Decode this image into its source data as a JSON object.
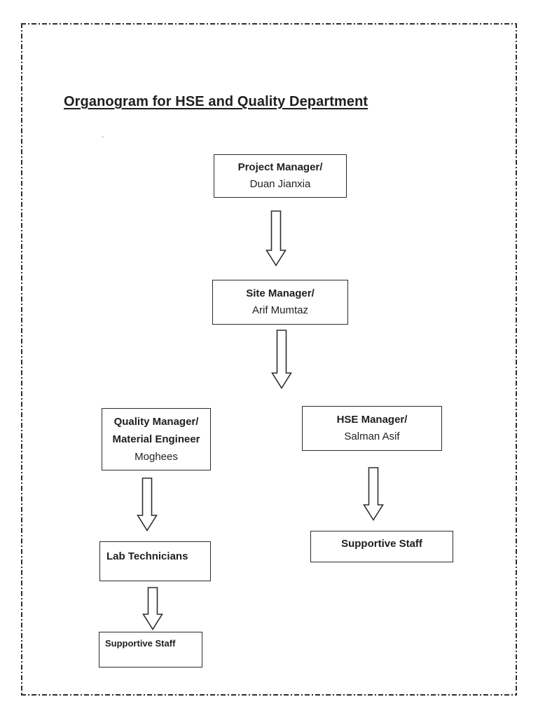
{
  "document": {
    "title": "Organogram for HSE and Quality Department",
    "stray_mark": "."
  },
  "org_chart": {
    "nodes": {
      "project_manager": {
        "role": "Project Manager/",
        "person": "Duan Jianxia"
      },
      "site_manager": {
        "role": "Site Manager/",
        "person": "Arif Mumtaz"
      },
      "quality_manager": {
        "role": "Quality Manager/",
        "role2": "Material Engineer",
        "person": "Moghees"
      },
      "hse_manager": {
        "role": "HSE Manager/",
        "person": "Salman Asif"
      },
      "lab_technicians": {
        "role": "Lab Technicians"
      },
      "supportive_staff_quality": {
        "role": "Supportive Staff"
      },
      "supportive_staff_hse": {
        "role": "Supportive Staff"
      }
    },
    "connections": [
      "project_manager -> site_manager",
      "site_manager -> quality_manager / hse_manager",
      "quality_manager -> lab_technicians",
      "lab_technicians -> supportive_staff_quality",
      "hse_manager -> supportive_staff_hse"
    ]
  },
  "icons": {
    "connector": "down-block-arrow-icon"
  },
  "colors": {
    "page_background": "#ffffff",
    "page_border": "#2e2e2e",
    "box_border": "#2b2b2b",
    "text": "#1f1f1f"
  }
}
